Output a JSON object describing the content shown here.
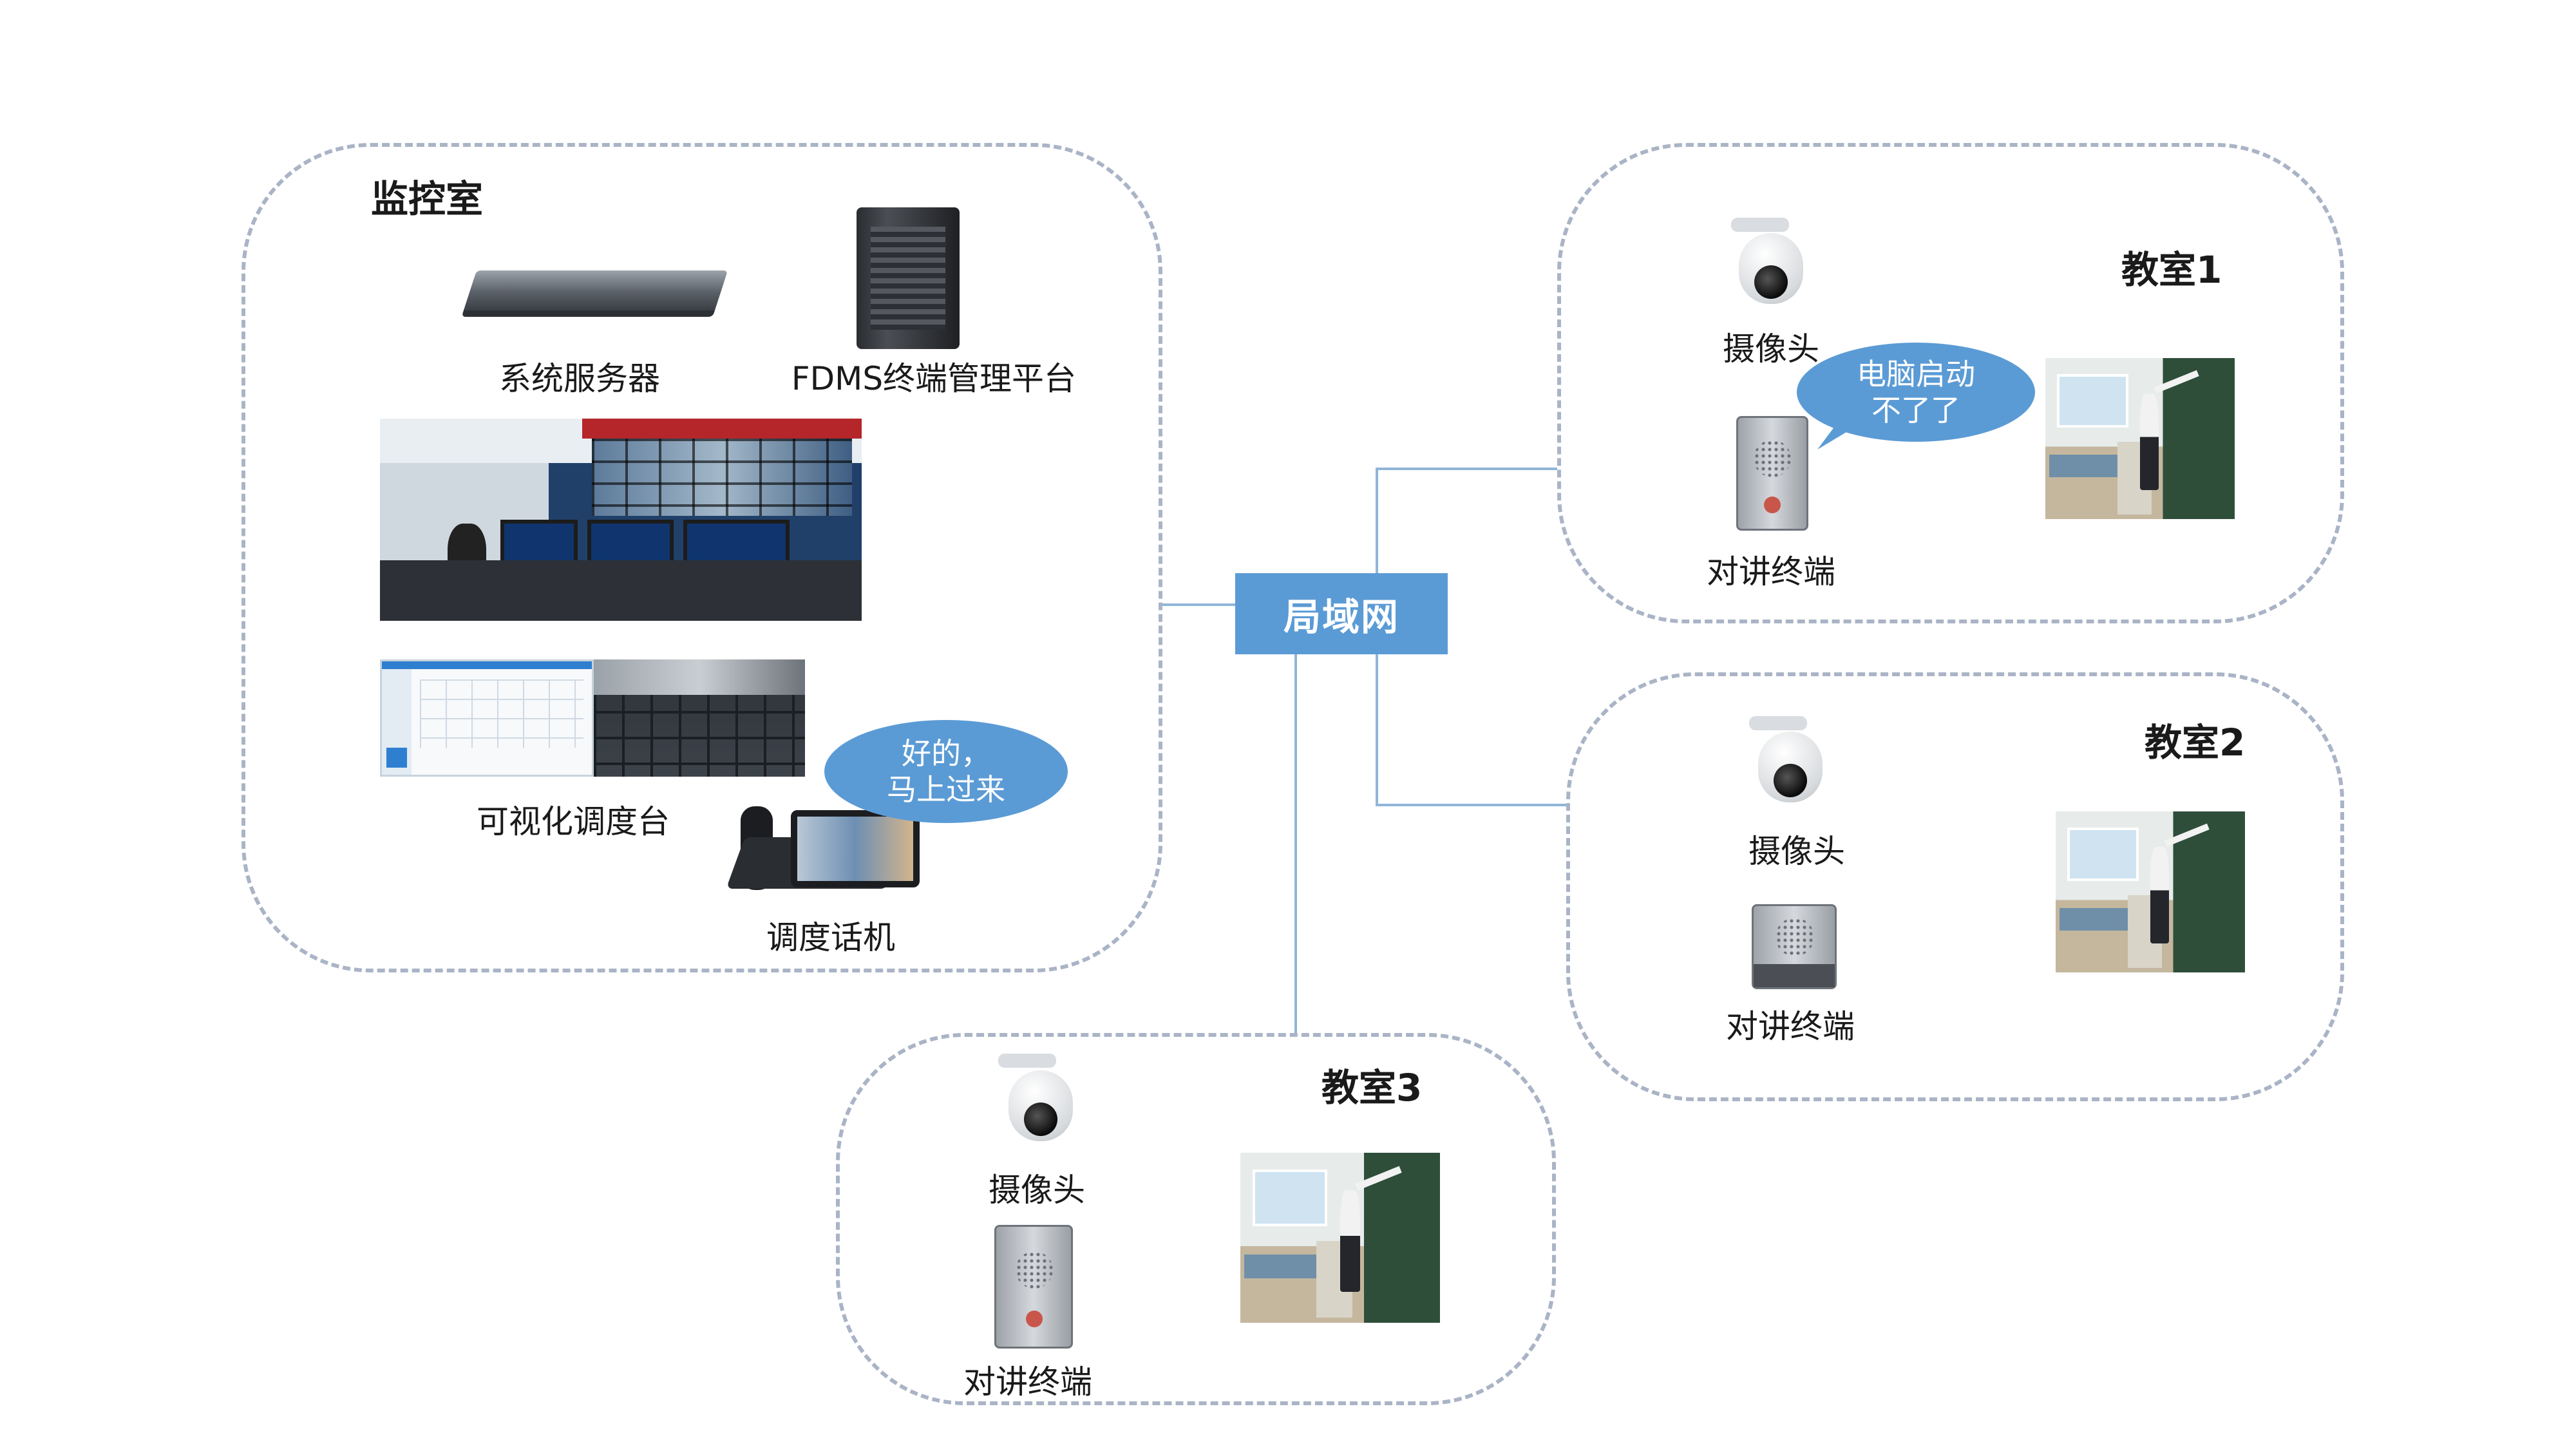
{
  "lan_label": "局域网",
  "control_room": {
    "title": "监控室",
    "system_server_label": "系统服务器",
    "fdms_label": "FDMS终端管理平台",
    "console_label": "可视化调度台",
    "phone_label": "调度话机",
    "reply_bubble": {
      "line1": "好的，",
      "line2": "马上过来"
    }
  },
  "classroom1": {
    "title": "教室1",
    "camera_label": "摄像头",
    "intercom_label": "对讲终端",
    "request_bubble": {
      "line1": "电脑启动",
      "line2": "不了了"
    }
  },
  "classroom2": {
    "title": "教室2",
    "camera_label": "摄像头",
    "intercom_label": "对讲终端"
  },
  "classroom3": {
    "title": "教室3",
    "camera_label": "摄像头",
    "intercom_label": "对讲终端"
  },
  "colors": {
    "accent": "#5b9bd5",
    "connector": "#8fb6d9",
    "dashed_border": "#aab4c6"
  }
}
